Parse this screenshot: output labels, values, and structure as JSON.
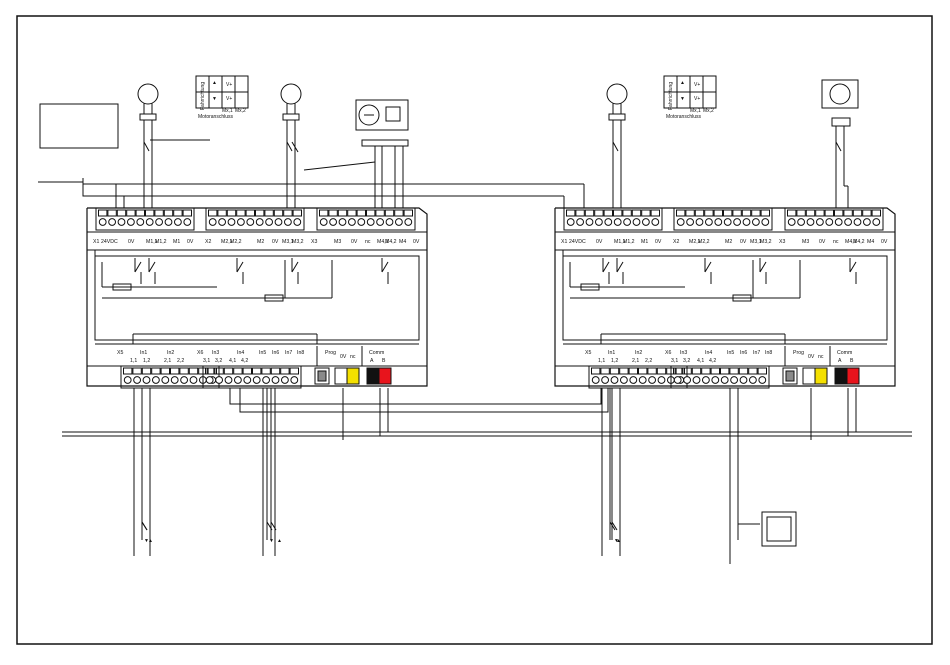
{
  "diagram": {
    "actuator_left": {
      "top_labels": [
        "X1",
        "24VDC",
        "0V",
        "M1,1",
        "M1,2",
        "M1",
        "0V",
        "X2",
        "M2,1",
        "M2,2",
        "M2",
        "0V",
        "M3,1",
        "M3,2",
        "X3",
        "M3",
        "0V",
        "nc",
        "M4,1",
        "M4,2",
        "M4",
        "0V"
      ],
      "bottom_labels": [
        "X5",
        "In1",
        "1,1",
        "1,2",
        "In2",
        "2,1",
        "2,2",
        "X6",
        "In3",
        "3,1",
        "3,2",
        "In4",
        "4,1",
        "4,2",
        "In5",
        "In6",
        "In7",
        "In8",
        "Prog",
        "0V",
        "nc",
        "Comm",
        "A",
        "B"
      ]
    },
    "actuator_right": {
      "top_labels": [
        "X1",
        "24VDC",
        "0V",
        "M1,1",
        "M1,2",
        "M1",
        "0V",
        "X2",
        "M2,1",
        "M2,2",
        "M2",
        "0V",
        "M3,1",
        "M3,2",
        "X3",
        "M3",
        "0V",
        "nc",
        "M4,1",
        "M4,2",
        "M4",
        "0V"
      ],
      "bottom_labels": [
        "X5",
        "In1",
        "1,1",
        "1,2",
        "In2",
        "2,1",
        "2,2",
        "X6",
        "In3",
        "3,1",
        "3,2",
        "In4",
        "4,1",
        "4,2",
        "In5",
        "In6",
        "In7",
        "In8",
        "Prog",
        "0V",
        "nc",
        "Comm",
        "A",
        "B"
      ]
    },
    "direction_box_left": {
      "vertical_label": "Fahrrichtung",
      "cells": [
        "V+",
        "V+",
        "Mx,1",
        "Mx,2"
      ],
      "caption": "Motoranschluss"
    },
    "direction_box_right": {
      "vertical_label": "Fahrrichtung",
      "cells": [
        "V+",
        "V+",
        "Mx,1",
        "Mx,2"
      ],
      "caption": "Motoranschluss"
    }
  },
  "colors": {
    "line": "#111111",
    "yellow_terminal": "#f4e000",
    "red_terminal": "#e8141c",
    "black_terminal": "#111111",
    "grey_button": "#8a8a8a"
  }
}
